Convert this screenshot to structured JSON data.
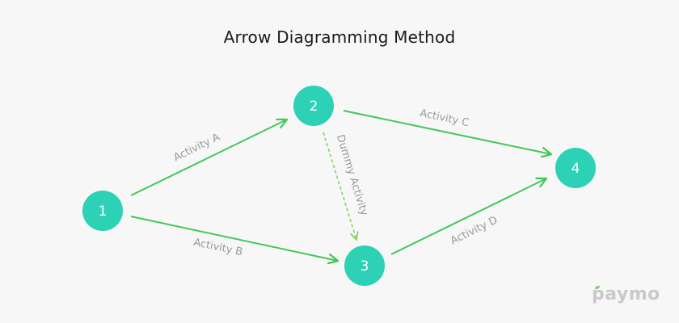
{
  "title": "Arrow Diagramming Method",
  "colors": {
    "node": "#2dd1b5",
    "arrow": "#43c759",
    "dummy_arrow": "#7ed957",
    "label": "#9a9a9a"
  },
  "nodes": [
    {
      "id": "1",
      "label": "1"
    },
    {
      "id": "2",
      "label": "2"
    },
    {
      "id": "3",
      "label": "3"
    },
    {
      "id": "4",
      "label": "4"
    }
  ],
  "edges": [
    {
      "from": "1",
      "to": "2",
      "label": "Activity A",
      "style": "solid"
    },
    {
      "from": "1",
      "to": "3",
      "label": "Activity B",
      "style": "solid"
    },
    {
      "from": "2",
      "to": "4",
      "label": "Activity C",
      "style": "solid"
    },
    {
      "from": "3",
      "to": "4",
      "label": "Activity D",
      "style": "solid"
    },
    {
      "from": "2",
      "to": "3",
      "label": "Dummy Activity",
      "style": "dashed"
    }
  ],
  "logo": {
    "text": "paymo"
  }
}
